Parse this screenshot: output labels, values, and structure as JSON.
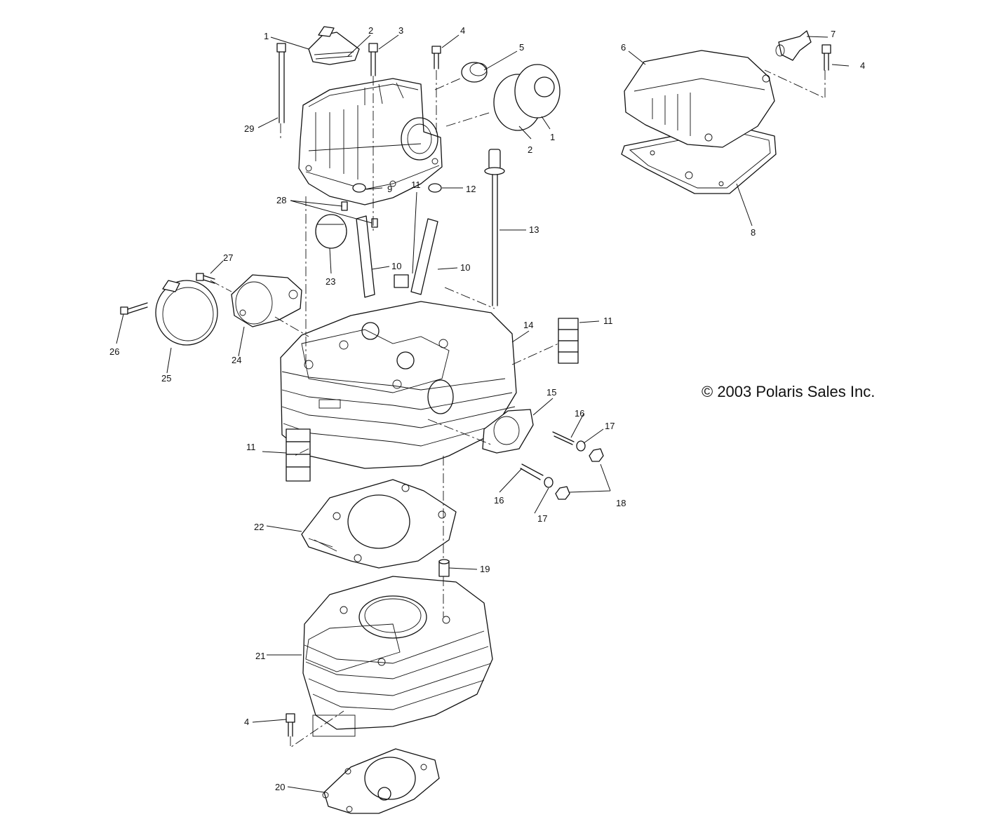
{
  "copyright": "© 2003 Polaris Sales Inc.",
  "callouts": [
    "1",
    "2",
    "3",
    "4",
    "5",
    "1",
    "2",
    "6",
    "7",
    "4",
    "8",
    "29",
    "28",
    "23",
    "9",
    "11",
    "12",
    "13",
    "10",
    "10",
    "27",
    "26",
    "25",
    "24",
    "14",
    "11",
    "15",
    "16",
    "17",
    "11",
    "16",
    "17",
    "18",
    "22",
    "19",
    "21",
    "4",
    "20"
  ]
}
